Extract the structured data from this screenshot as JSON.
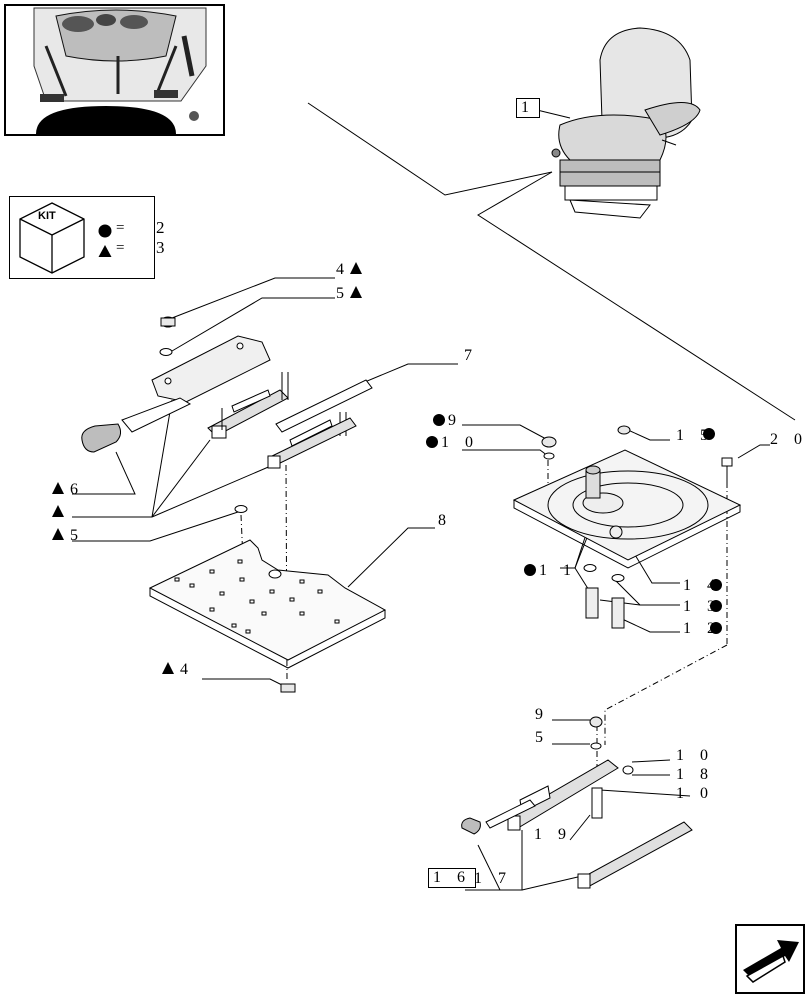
{
  "kit": {
    "label": "KIT",
    "rows": [
      {
        "symbol": "circle",
        "eq": "=",
        "qty": "2"
      },
      {
        "symbol": "triangle",
        "eq": "=",
        "qty": "3"
      }
    ]
  },
  "callouts": {
    "seat_ref": "1",
    "c4_top": "4",
    "c5_top": "5",
    "c7": "7",
    "c6": "6",
    "c5_left": "5",
    "c8": "8",
    "c4_bottom": "4",
    "c9_top": "9",
    "c10_top": "1 0",
    "c15": "1 5",
    "c20": "2 0",
    "c11": "1 1",
    "c14": "1 4",
    "c13": "1 3",
    "c12": "1 2",
    "c9_bottom": "9",
    "c5_bottom": "5",
    "c10_b1": "1 0",
    "c18": "1 8",
    "c10_b2": "1 0",
    "c19": "1 9",
    "c16": "1 6",
    "c17": "1 7"
  },
  "icons": {
    "circle": "black-circle-icon",
    "triangle": "black-triangle-icon",
    "nav": "navigation-arrow-icon"
  }
}
